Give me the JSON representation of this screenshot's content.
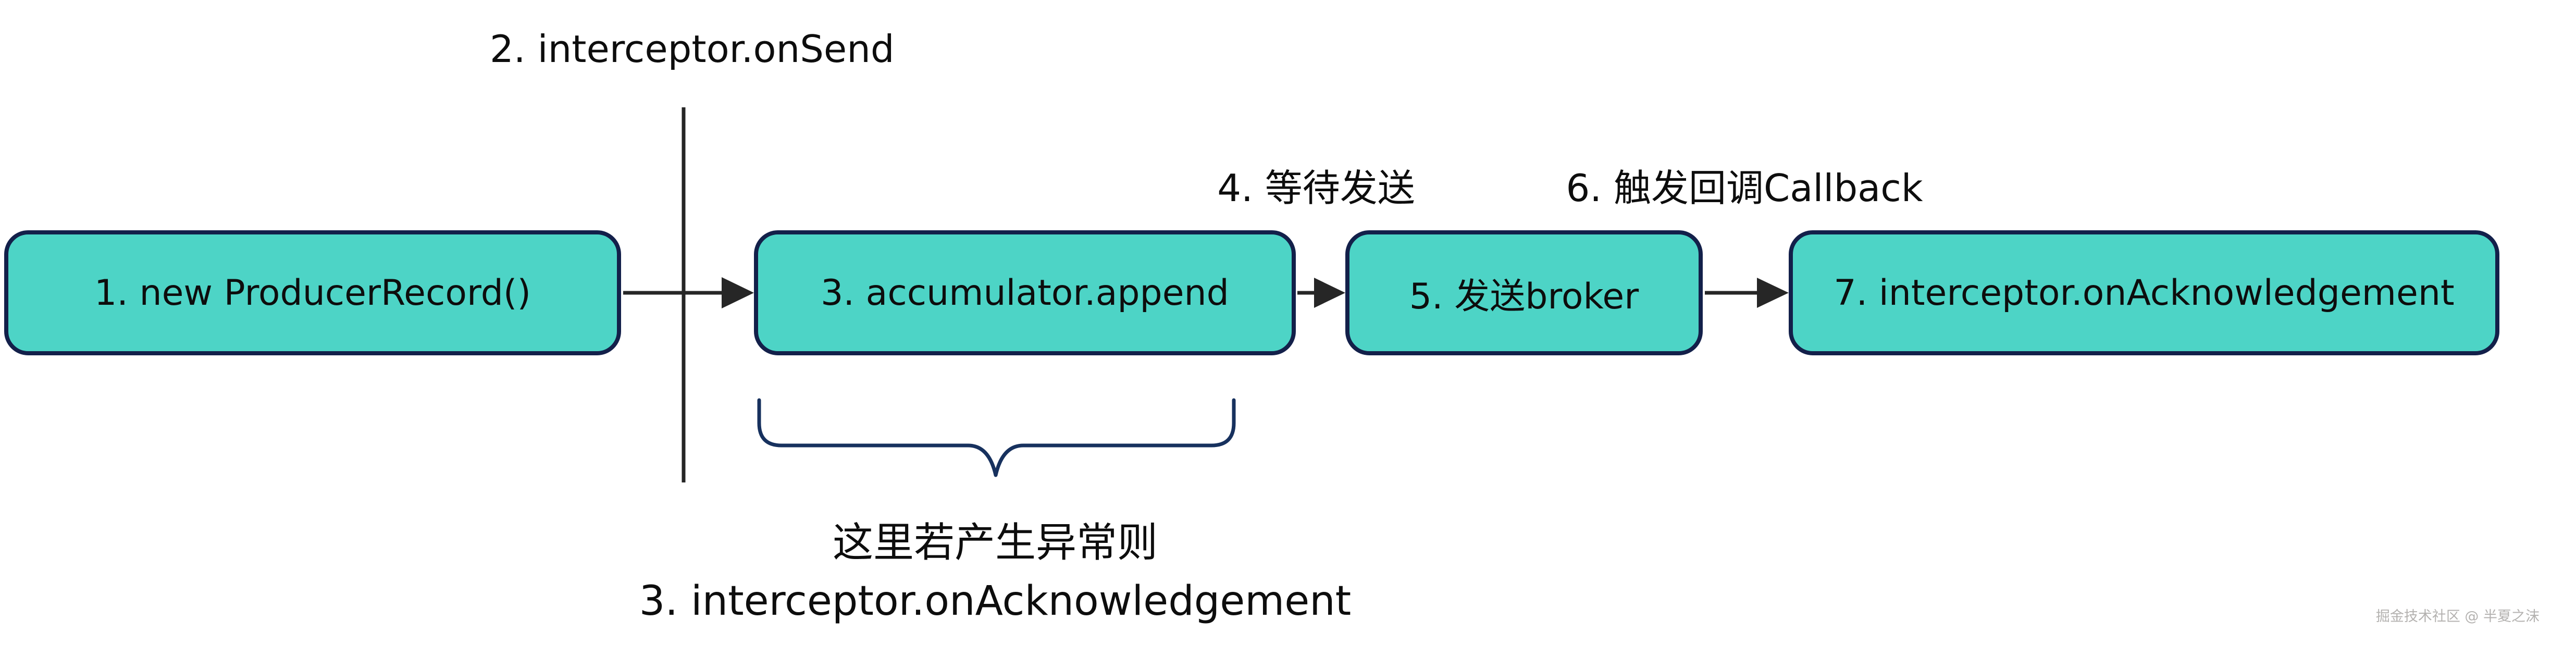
{
  "diagram": {
    "title_hint": "Kafka producer send flow",
    "nodes": [
      {
        "id": "step1",
        "label": "1. new ProducerRecord()"
      },
      {
        "id": "step3",
        "label": "3. accumulator.append"
      },
      {
        "id": "step5",
        "label": "5. 发送broker"
      },
      {
        "id": "step7",
        "label": "7. interceptor.onAcknowledgement"
      }
    ],
    "annotations": {
      "step2_label": "2. interceptor.onSend",
      "step4_label": "4. 等待发送",
      "step6_label": "6. 触发回调Callback",
      "exception_note_line1": "这里若产生异常则",
      "exception_note_line2": "3. interceptor.onAcknowledgement"
    },
    "edges": [
      {
        "from": "step1",
        "to": "step3"
      },
      {
        "from": "step3",
        "to": "step5"
      },
      {
        "from": "step5",
        "to": "step7"
      }
    ],
    "colors": {
      "node_fill": "#4dd4c6",
      "node_border": "#13204a",
      "line": "#262626",
      "brace": "#17315e",
      "background": "#ffffff"
    }
  },
  "watermark": {
    "text": "掘金技术社区 @ 半夏之沫"
  }
}
